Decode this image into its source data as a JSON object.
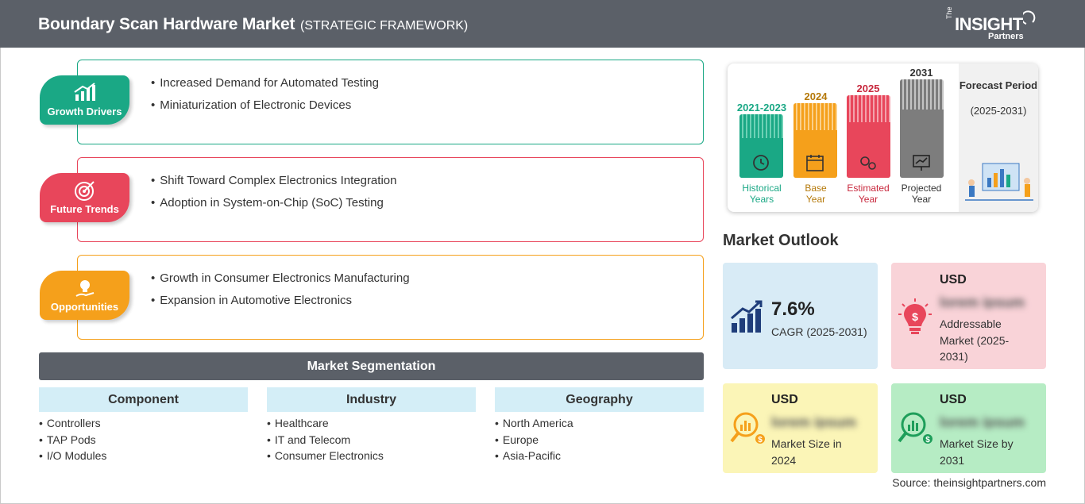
{
  "header": {
    "title": "Boundary Scan Hardware Market",
    "subtitle": "(STRATEGIC FRAMEWORK)",
    "logo": {
      "the": "The",
      "insight": "INSIGHT",
      "partners": "Partners"
    }
  },
  "colors": {
    "header_bg": "#5b6068",
    "drivers": "#1aa885",
    "trends": "#e8465b",
    "opportunities": "#f5a01b",
    "segmentation_header": "#d4eef7"
  },
  "drivers": {
    "label": "Growth Drivers",
    "icon": "growth-chart-icon",
    "items": [
      "Increased Demand for Automated Testing",
      "Miniaturization of Electronic Devices"
    ]
  },
  "trends": {
    "label": "Future Trends",
    "icon": "target-icon",
    "items": [
      "Shift Toward Complex Electronics Integration",
      "Adoption in System-on-Chip (SoC) Testing"
    ]
  },
  "opportunities": {
    "label": "Opportunities",
    "icon": "idea-hand-icon",
    "items": [
      "Growth in Consumer Electronics Manufacturing",
      "Expansion in Automotive Electronics"
    ]
  },
  "segmentation": {
    "title": "Market Segmentation",
    "columns": [
      {
        "heading": "Component",
        "items": [
          "Controllers",
          "TAP Pods",
          "I/O Modules"
        ]
      },
      {
        "heading": "Industry",
        "items": [
          "Healthcare",
          "IT and Telecom",
          "Consumer Electronics"
        ]
      },
      {
        "heading": "Geography",
        "items": [
          "North America",
          "Europe",
          "Asia-Pacific"
        ]
      }
    ]
  },
  "timeline": {
    "bars": [
      {
        "year": "2021-2023",
        "label_line1": "Historical",
        "label_line2": "Years",
        "color": "#1aa885",
        "icon": "history-icon"
      },
      {
        "year": "2024",
        "label_line1": "Base",
        "label_line2": "Year",
        "color": "#f5a01b",
        "icon": "calendar-icon"
      },
      {
        "year": "2025",
        "label_line1": "Estimated",
        "label_line2": "Year",
        "color": "#e8465b",
        "icon": "gears-icon"
      },
      {
        "year": "2031",
        "label_line1": "Projected",
        "label_line2": "Year",
        "color": "#7d7d7d",
        "icon": "presentation-icon"
      }
    ],
    "forecast_title": "Forecast Period",
    "forecast_range": "(2025-2031)"
  },
  "outlook": {
    "title": "Market Outlook",
    "cagr_value": "7.6%",
    "cagr_label": "CAGR (2025-2031)",
    "addressable": {
      "currency": "USD",
      "value": "lorem ipsum",
      "label": "Addressable Market (2025-2031)"
    },
    "size_2024": {
      "currency": "USD",
      "value": "lorem ipsum",
      "label": "Market Size in 2024"
    },
    "size_2031": {
      "currency": "USD",
      "value": "lorem ipsum",
      "label": "Market Size by 2031"
    }
  },
  "source": "Source: theinsightpartners.com"
}
